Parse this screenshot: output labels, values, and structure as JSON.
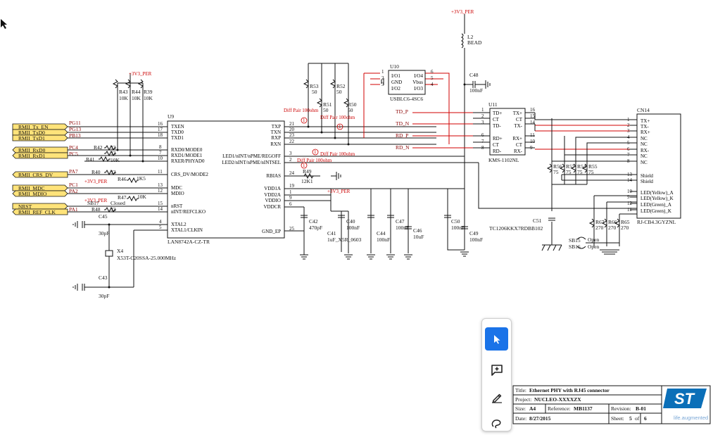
{
  "power": {
    "v3v3_per": "+3V3_PER"
  },
  "bead": {
    "ref": "L2",
    "value": "BEAD"
  },
  "flags": [
    {
      "label": "RMII_Tx_EN",
      "port": "PG11"
    },
    {
      "label": "RMII_TxD0",
      "port": "PG13"
    },
    {
      "label": "RMII_TxD1",
      "port": "PB13"
    },
    {
      "label": "RMII_RxD0",
      "port": "PC4"
    },
    {
      "label": "RMII_RxD1",
      "port": "PC5"
    },
    {
      "label": "RMII_CRS_DV",
      "port": "PA7"
    },
    {
      "label": "RMII_MDC",
      "port": "PC1"
    },
    {
      "label": "RMII_MDIO",
      "port": "PA2"
    },
    {
      "label": "NRST",
      "port": ""
    },
    {
      "label": "RMII_REF_CLK",
      "port": "PA1"
    }
  ],
  "u9": {
    "ref": "U9",
    "part": "LAN8742A-CZ-TR",
    "left_pins": [
      {
        "name": "TXEN",
        "num": "16"
      },
      {
        "name": "TXD0",
        "num": "17"
      },
      {
        "name": "TXD1",
        "num": "18"
      },
      {
        "name": "RXD0/MODE0",
        "num": "8"
      },
      {
        "name": "RXD1/MODE1",
        "num": "7"
      },
      {
        "name": "RXER/PHYAD0",
        "num": "10"
      },
      {
        "name": "CRS_DV/MODE2",
        "num": "11"
      },
      {
        "name": "MDC",
        "num": "13"
      },
      {
        "name": "MDIO",
        "num": "12"
      },
      {
        "name": "nRST",
        "num": "15"
      },
      {
        "name": "nINT/REFCLKO",
        "num": "14"
      },
      {
        "name": "XTAL2",
        "num": "4"
      },
      {
        "name": "XTAL1/CLKIN",
        "num": "5"
      }
    ],
    "right_pins": [
      {
        "name": "TXP",
        "num": "21"
      },
      {
        "name": "TXN",
        "num": "20"
      },
      {
        "name": "RXP",
        "num": "23"
      },
      {
        "name": "RXN",
        "num": "22"
      },
      {
        "name": "LED1/nINT/nPME/REGOFF",
        "num": "3"
      },
      {
        "name": "LED2/nINT/nPME/nINTSEL",
        "num": "2"
      },
      {
        "name": "RBIAS",
        "num": "24"
      },
      {
        "name": "VDD1A",
        "num": "19"
      },
      {
        "name": "VDD2A",
        "num": "1"
      },
      {
        "name": "VDDIO",
        "num": "9"
      },
      {
        "name": "VDDCR",
        "num": "6"
      },
      {
        "name": "GND_EP",
        "num": "25"
      }
    ]
  },
  "resistors": {
    "r39": "R39",
    "r43": "R43",
    "r44": "R44",
    "r10k": "10K",
    "r42": "R42",
    "r41": "R41",
    "r40": "R40",
    "r46": "R46",
    "r47": "R47",
    "r48": "R48",
    "v33": "33",
    "v1k5": "1K5",
    "r49": "R49",
    "v12k1": "12K1",
    "r53": "R53",
    "r51": "R51",
    "r52": "R52",
    "r50": "R50",
    "v50": "50",
    "r56": "R56",
    "r57": "R57",
    "r54": "R54",
    "r55": "R55",
    "v75": "75",
    "r67": "R67",
    "r66": "R66",
    "r65": "R65",
    "v270": "270"
  },
  "sb17": {
    "ref": "SB17",
    "state": "Closed"
  },
  "sb15": {
    "ref": "SB15",
    "state": "Open"
  },
  "sb16": {
    "ref": "SB16",
    "state": "Open"
  },
  "caps": {
    "c45": "C45",
    "c43": "C43",
    "v30pf": "30pF",
    "c42": "C42",
    "v470pf": "470pF",
    "c41": "C41",
    "v1uf": "1uF_X5R_0603",
    "c40": "C40",
    "v100nf": "100nF",
    "c44": "C44",
    "c47": "C47",
    "c46": "C46",
    "v10uf": "10uF",
    "c48": "C48",
    "c50": "C50",
    "c49": "C49",
    "c51": "C51",
    "v_c51": "TC1206KKX7RDBB102"
  },
  "x4": {
    "ref": "X4",
    "part": "X53T-C20SSA-25.000MHz"
  },
  "u10": {
    "ref": "U10",
    "part": "USBLC6-4SC6",
    "pins": [
      {
        "l": "I/O1",
        "r": "I/O4",
        "ln": "1",
        "rn": "6"
      },
      {
        "l": "GND",
        "r": "Vbus",
        "ln": "2",
        "rn": "5"
      },
      {
        "l": "I/O2",
        "r": "I/O3",
        "ln": "3",
        "rn": "4"
      }
    ]
  },
  "u11": {
    "ref": "U11",
    "part": "KMS-1102NL",
    "left": [
      {
        "name": "TD+",
        "num": "1"
      },
      {
        "name": "CT",
        "num": "2"
      },
      {
        "name": "TD-",
        "num": "3"
      },
      {
        "name": "RD+",
        "num": "6"
      },
      {
        "name": "CT",
        "num": "7"
      },
      {
        "name": "RD-",
        "num": "8"
      }
    ],
    "right": [
      {
        "name": "TX+",
        "num": "16"
      },
      {
        "name": "CT",
        "num": "15"
      },
      {
        "name": "TX-",
        "num": "14"
      },
      {
        "name": "RX+",
        "num": "11"
      },
      {
        "name": "CT",
        "num": "10"
      },
      {
        "name": "RX-",
        "num": "9"
      }
    ]
  },
  "cn14": {
    "ref": "CN14",
    "part": "RJ-CB4.3GYZNL",
    "pins": [
      {
        "num": "1",
        "name": "TX+"
      },
      {
        "num": "2",
        "name": "TX-"
      },
      {
        "num": "3",
        "name": "RX+"
      },
      {
        "num": "4",
        "name": "NC"
      },
      {
        "num": "5",
        "name": "NC"
      },
      {
        "num": "6",
        "name": "RX-"
      },
      {
        "num": "7",
        "name": "NC"
      },
      {
        "num": "8",
        "name": "NC"
      },
      {
        "num": "13",
        "name": "Shield"
      },
      {
        "num": "14",
        "name": "Shield"
      },
      {
        "num": "10",
        "name": "LED(Yellow)_A"
      },
      {
        "num": "9",
        "name": "LED(Yellow)_K"
      },
      {
        "num": "12",
        "name": "LED(Green)_A"
      },
      {
        "num": "11",
        "name": "LED(Green)_K"
      }
    ]
  },
  "nets": {
    "td_p": "TD_P",
    "td_n": "TD_N",
    "rd_p": "RD_P",
    "rd_n": "RD_N",
    "diffpair": "Diff Pair 100ohm",
    "tp1": "1"
  },
  "titleblock": {
    "title_label": "Title:",
    "title": "Ethernet PHY with RJ45 connector",
    "project_label": "Project:",
    "project": "NUCLEO-XXXXZX",
    "size_label": "Size:",
    "size": "A4",
    "ref_label": "Reference:",
    "reference": "MB1137",
    "rev_label": "Revision:",
    "revision": "B-01",
    "date_label": "Date:",
    "date": "8/27/2015",
    "sheet_label": "Sheet:",
    "sheet": "5",
    "of_label": "of",
    "of": "6",
    "logo_text": "ST",
    "tagline": "life.augmented"
  },
  "toolbar": {
    "select_icon": "pointer-icon",
    "comment_icon": "add-comment-icon",
    "draw_icon": "pen-icon",
    "lasso_icon": "lasso-icon"
  }
}
